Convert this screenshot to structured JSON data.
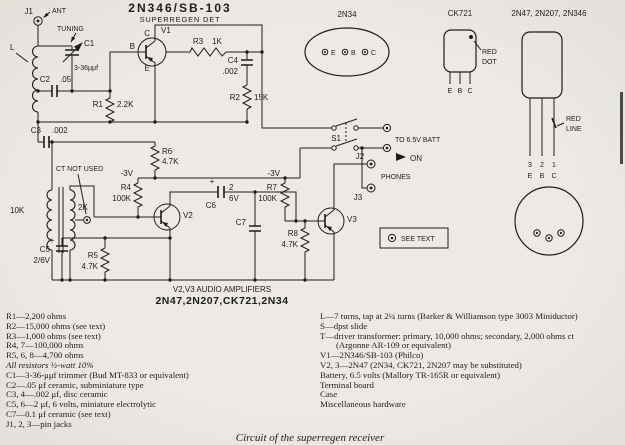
{
  "colors": {
    "paper": "#ebe8e3",
    "ink": "#1d1d1b"
  },
  "schematic": {
    "title": "2N346/SB-103",
    "subtitle": "SUPERREGEN DET",
    "labels": {
      "j1": "J1",
      "ant": "ANT",
      "l": "L",
      "tuning": "TUNING",
      "c1": "C1",
      "c1v": "3-36μμf",
      "v1c": "C",
      "v1": "V1",
      "v1b": "B",
      "v1e": "E",
      "r3": "R3",
      "r3v": "1K",
      "c4": "C4",
      "c4v": ".002",
      "c2": "C2",
      "c2v": ".05",
      "r1": "R1",
      "r1v": "2.2K",
      "r2": "R2",
      "r2v": "15K",
      "c3": "C3",
      "c3v": ".002",
      "r6": "R6",
      "r6v": "4.7K",
      "s1": "S1",
      "batt": "TO 6.5V BATT",
      "on": "ON",
      "j2": "J2",
      "j3": "J3",
      "phones": "PHONES",
      "ct": "CT NOT USED",
      "prim": "10K",
      "sec": "2K",
      "r4": "R4",
      "r4v": "100K",
      "bias1": "-3V",
      "v2": "V2",
      "c6": "C6",
      "c6p": "+",
      "c6a": "2",
      "c6b": "6V",
      "r7": "R7",
      "r7v": "100K",
      "bias2": "-3V",
      "v3": "V3",
      "c7": "C7",
      "r8": "R8",
      "r8v": "4.7K",
      "see": "SEE TEXT",
      "c5": "C5",
      "c5p": "+",
      "c5v": "2/6V",
      "r5": "R5",
      "r5v": "4.7K",
      "amp1": "V2,V3 AUDIO AMPLIFIERS",
      "amp2": "2N47,2N207,CK721,2N34"
    }
  },
  "pinouts": {
    "t2n34": {
      "title": "2N34",
      "pins": [
        "E",
        "B",
        "C"
      ]
    },
    "ck721": {
      "title": "CK721",
      "mark1": "RED",
      "mark2": "DOT",
      "pins": [
        "E",
        "B",
        "C"
      ]
    },
    "t2n47": {
      "title": "2N47, 2N207, 2N346",
      "mark1": "RED",
      "mark2": "LINE",
      "nums": [
        "3",
        "2",
        "1"
      ],
      "pins": [
        "E",
        "B",
        "C"
      ]
    }
  },
  "parts_list": {
    "left": [
      "R1—2,200 ohms",
      "R2—15,000 ohms (see text)",
      "R3—1,000 ohms (see text)",
      "R4, 7—100,000 ohms",
      "R5, 6, 8—4,700 ohms",
      "All resistors ½-watt 10%",
      "C1—3-36-μμf trimmer (Bud MT-833 or equivalent)",
      "C2—.05 μf ceramic, subminiature type",
      "C3, 4—.002 μf, disc ceramic",
      "C5, 6—2 μf, 6 volts, miniature electrolytic",
      "C7—0.1 μf ceramic (see text)",
      "J1, 2, 3—pin jacks"
    ],
    "right": [
      "L—7 turns, tap at 2¼ turns (Barker & Williamson type 3003 Miniductor)",
      "S—dpst slide",
      "T—driver transformer: primary, 10,000 ohms; secondary, 2,000 ohms ct (Argonne AR-109 or equivalent)",
      "V1—2N346/SB-103 (Philco)",
      "V2, 3—2N47 (2N34, CK721, 2N207 may be substituted)",
      "Battery, 6.5 volts (Mallory TR-165R or equivalent)",
      "Terminal board",
      "Case",
      "Miscellaneous hardware"
    ]
  },
  "caption": "Circuit of the superregen receiver"
}
